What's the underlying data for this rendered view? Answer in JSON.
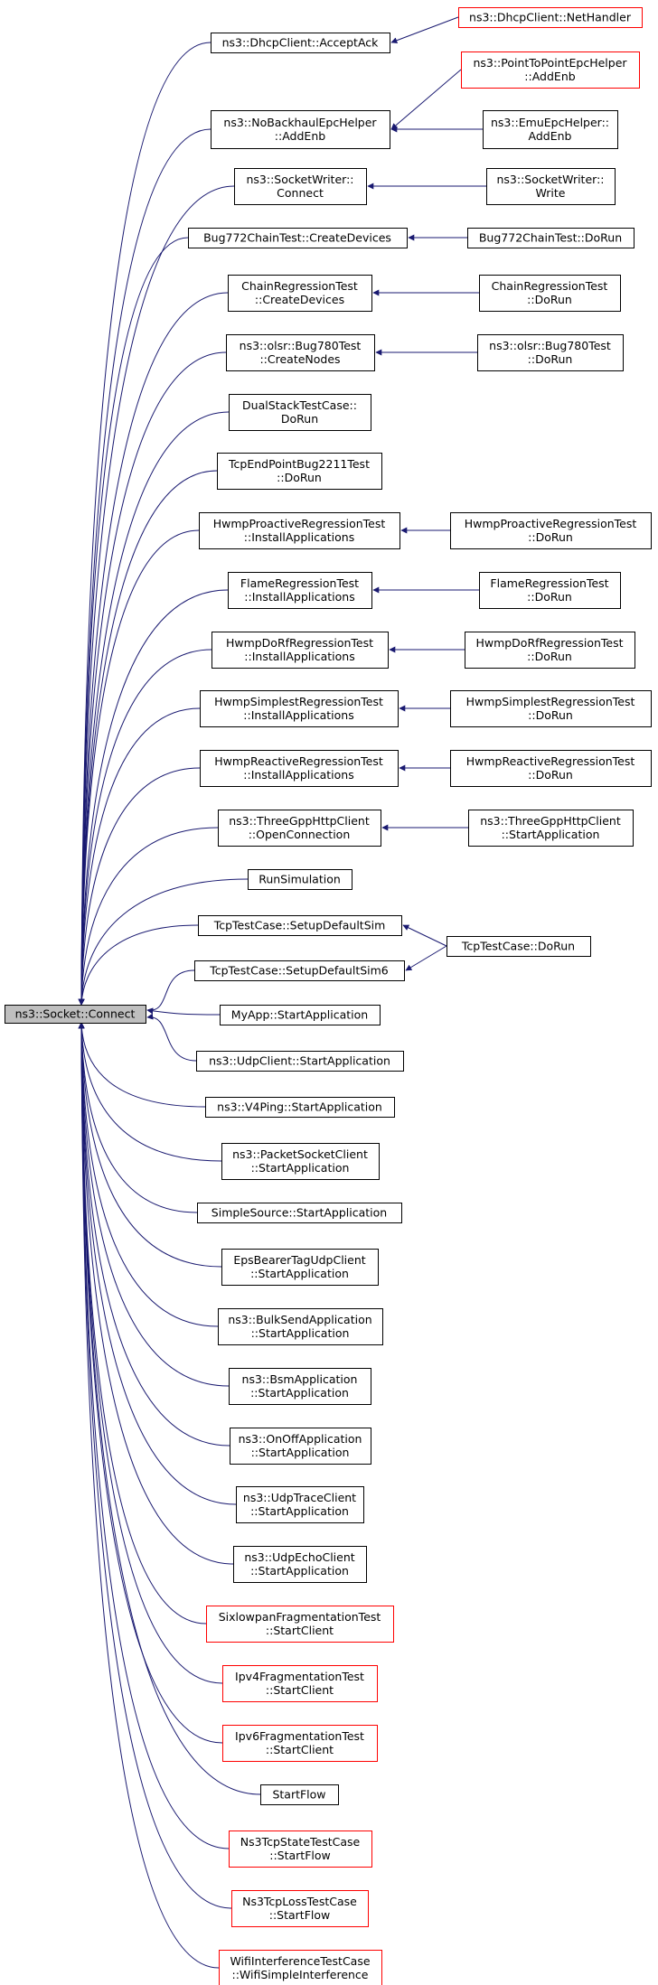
{
  "colors": {
    "edge": "#191970",
    "node_border_normal": "#000000",
    "node_border_truncated": "#ff0000",
    "root_fill": "#bfbfbf",
    "node_fill": "#ffffff"
  },
  "graph": {
    "root": {
      "id": "root",
      "lines": [
        "ns3::Socket::Connect"
      ]
    },
    "nodes": [
      {
        "id": "acceptack",
        "lines": [
          "ns3::DhcpClient::AcceptAck"
        ],
        "truncated": false
      },
      {
        "id": "nethandler",
        "lines": [
          "ns3::DhcpClient::NetHandler"
        ],
        "truncated": true
      },
      {
        "id": "nobackhaul",
        "lines": [
          "ns3::NoBackhaulEpcHelper",
          "::AddEnb"
        ],
        "truncated": false
      },
      {
        "id": "p2pepc",
        "lines": [
          "ns3::PointToPointEpcHelper",
          "::AddEnb"
        ],
        "truncated": true
      },
      {
        "id": "emuepc",
        "lines": [
          "ns3::EmuEpcHelper::",
          "AddEnb"
        ],
        "truncated": false
      },
      {
        "id": "sockwconnect",
        "lines": [
          "ns3::SocketWriter::",
          "Connect"
        ],
        "truncated": false
      },
      {
        "id": "sockwwrite",
        "lines": [
          "ns3::SocketWriter::",
          "Write"
        ],
        "truncated": false
      },
      {
        "id": "bug772create",
        "lines": [
          "Bug772ChainTest::CreateDevices"
        ],
        "truncated": false
      },
      {
        "id": "bug772dorun",
        "lines": [
          "Bug772ChainTest::DoRun"
        ],
        "truncated": false
      },
      {
        "id": "chaincreate",
        "lines": [
          "ChainRegressionTest",
          "::CreateDevices"
        ],
        "truncated": false
      },
      {
        "id": "chaindorun",
        "lines": [
          "ChainRegressionTest",
          "::DoRun"
        ],
        "truncated": false
      },
      {
        "id": "olsrcreate",
        "lines": [
          "ns3::olsr::Bug780Test",
          "::CreateNodes"
        ],
        "truncated": false
      },
      {
        "id": "olsrdorun",
        "lines": [
          "ns3::olsr::Bug780Test",
          "::DoRun"
        ],
        "truncated": false
      },
      {
        "id": "dualstack",
        "lines": [
          "DualStackTestCase::",
          "DoRun"
        ],
        "truncated": false
      },
      {
        "id": "tcpendpoint",
        "lines": [
          "TcpEndPointBug2211Test",
          "::DoRun"
        ],
        "truncated": false
      },
      {
        "id": "hwmpproinst",
        "lines": [
          "HwmpProactiveRegressionTest",
          "::InstallApplications"
        ],
        "truncated": false
      },
      {
        "id": "hwmpprodorun",
        "lines": [
          "HwmpProactiveRegressionTest",
          "::DoRun"
        ],
        "truncated": false
      },
      {
        "id": "flameinst",
        "lines": [
          "FlameRegressionTest",
          "::InstallApplications"
        ],
        "truncated": false
      },
      {
        "id": "flamedorun",
        "lines": [
          "FlameRegressionTest",
          "::DoRun"
        ],
        "truncated": false
      },
      {
        "id": "hwmpdorfinst",
        "lines": [
          "HwmpDoRfRegressionTest",
          "::InstallApplications"
        ],
        "truncated": false
      },
      {
        "id": "hwmpdorfdorun",
        "lines": [
          "HwmpDoRfRegressionTest",
          "::DoRun"
        ],
        "truncated": false
      },
      {
        "id": "hwmpsimpinst",
        "lines": [
          "HwmpSimplestRegressionTest",
          "::InstallApplications"
        ],
        "truncated": false
      },
      {
        "id": "hwmpsimpdorun",
        "lines": [
          "HwmpSimplestRegressionTest",
          "::DoRun"
        ],
        "truncated": false
      },
      {
        "id": "hwmpreacinst",
        "lines": [
          "HwmpReactiveRegressionTest",
          "::InstallApplications"
        ],
        "truncated": false
      },
      {
        "id": "hwmpreacdorun",
        "lines": [
          "HwmpReactiveRegressionTest",
          "::DoRun"
        ],
        "truncated": false
      },
      {
        "id": "threegppopen",
        "lines": [
          "ns3::ThreeGppHttpClient",
          "::OpenConnection"
        ],
        "truncated": false
      },
      {
        "id": "threegppstart",
        "lines": [
          "ns3::ThreeGppHttpClient",
          "::StartApplication"
        ],
        "truncated": false
      },
      {
        "id": "runsim",
        "lines": [
          "RunSimulation"
        ],
        "truncated": false
      },
      {
        "id": "tcpsetup",
        "lines": [
          "TcpTestCase::SetupDefaultSim"
        ],
        "truncated": false
      },
      {
        "id": "tcpsetup6",
        "lines": [
          "TcpTestCase::SetupDefaultSim6"
        ],
        "truncated": false
      },
      {
        "id": "tcpdorun",
        "lines": [
          "TcpTestCase::DoRun"
        ],
        "truncated": false
      },
      {
        "id": "myapp",
        "lines": [
          "MyApp::StartApplication"
        ],
        "truncated": false
      },
      {
        "id": "udpclient",
        "lines": [
          "ns3::UdpClient::StartApplication"
        ],
        "truncated": false
      },
      {
        "id": "v4ping",
        "lines": [
          "ns3::V4Ping::StartApplication"
        ],
        "truncated": false
      },
      {
        "id": "packetsock",
        "lines": [
          "ns3::PacketSocketClient",
          "::StartApplication"
        ],
        "truncated": false
      },
      {
        "id": "simplesource",
        "lines": [
          "SimpleSource::StartApplication"
        ],
        "truncated": false
      },
      {
        "id": "epsbearer",
        "lines": [
          "EpsBearerTagUdpClient",
          "::StartApplication"
        ],
        "truncated": false
      },
      {
        "id": "bulksend",
        "lines": [
          "ns3::BulkSendApplication",
          "::StartApplication"
        ],
        "truncated": false
      },
      {
        "id": "bsmapp",
        "lines": [
          "ns3::BsmApplication",
          "::StartApplication"
        ],
        "truncated": false
      },
      {
        "id": "onoff",
        "lines": [
          "ns3::OnOffApplication",
          "::StartApplication"
        ],
        "truncated": false
      },
      {
        "id": "udptrace",
        "lines": [
          "ns3::UdpTraceClient",
          "::StartApplication"
        ],
        "truncated": false
      },
      {
        "id": "udpecho",
        "lines": [
          "ns3::UdpEchoClient",
          "::StartApplication"
        ],
        "truncated": false
      },
      {
        "id": "sixlowpan",
        "lines": [
          "SixlowpanFragmentationTest",
          "::StartClient"
        ],
        "truncated": true
      },
      {
        "id": "ipv4frag",
        "lines": [
          "Ipv4FragmentationTest",
          "::StartClient"
        ],
        "truncated": true
      },
      {
        "id": "ipv6frag",
        "lines": [
          "Ipv6FragmentationTest",
          "::StartClient"
        ],
        "truncated": true
      },
      {
        "id": "startflow",
        "lines": [
          "StartFlow"
        ],
        "truncated": false
      },
      {
        "id": "ns3tcpstate",
        "lines": [
          "Ns3TcpStateTestCase",
          "::StartFlow"
        ],
        "truncated": true
      },
      {
        "id": "ns3tcploss",
        "lines": [
          "Ns3TcpLossTestCase",
          "::StartFlow"
        ],
        "truncated": true
      },
      {
        "id": "wifiinterf",
        "lines": [
          "WifiInterferenceTestCase",
          "::WifiSimpleInterference"
        ],
        "truncated": true
      }
    ],
    "edges": [
      {
        "from": "acceptack",
        "to": "root"
      },
      {
        "from": "nethandler",
        "to": "acceptack"
      },
      {
        "from": "nobackhaul",
        "to": "root"
      },
      {
        "from": "p2pepc",
        "to": "nobackhaul"
      },
      {
        "from": "emuepc",
        "to": "nobackhaul"
      },
      {
        "from": "sockwconnect",
        "to": "root"
      },
      {
        "from": "sockwwrite",
        "to": "sockwconnect"
      },
      {
        "from": "bug772create",
        "to": "root"
      },
      {
        "from": "bug772dorun",
        "to": "bug772create"
      },
      {
        "from": "chaincreate",
        "to": "root"
      },
      {
        "from": "chaindorun",
        "to": "chaincreate"
      },
      {
        "from": "olsrcreate",
        "to": "root"
      },
      {
        "from": "olsrdorun",
        "to": "olsrcreate"
      },
      {
        "from": "dualstack",
        "to": "root"
      },
      {
        "from": "tcpendpoint",
        "to": "root"
      },
      {
        "from": "hwmpproinst",
        "to": "root"
      },
      {
        "from": "hwmpprodorun",
        "to": "hwmpproinst"
      },
      {
        "from": "flameinst",
        "to": "root"
      },
      {
        "from": "flamedorun",
        "to": "flameinst"
      },
      {
        "from": "hwmpdorfinst",
        "to": "root"
      },
      {
        "from": "hwmpdorfdorun",
        "to": "hwmpdorfinst"
      },
      {
        "from": "hwmpsimpinst",
        "to": "root"
      },
      {
        "from": "hwmpsimpdorun",
        "to": "hwmpsimpinst"
      },
      {
        "from": "hwmpreacinst",
        "to": "root"
      },
      {
        "from": "hwmpreacdorun",
        "to": "hwmpreacinst"
      },
      {
        "from": "threegppopen",
        "to": "root"
      },
      {
        "from": "threegppstart",
        "to": "threegppopen"
      },
      {
        "from": "runsim",
        "to": "root"
      },
      {
        "from": "tcpsetup",
        "to": "root"
      },
      {
        "from": "tcpsetup6",
        "to": "root"
      },
      {
        "from": "tcpdorun",
        "to": "tcpsetup"
      },
      {
        "from": "tcpdorun",
        "to": "tcpsetup6"
      },
      {
        "from": "myapp",
        "to": "root"
      },
      {
        "from": "udpclient",
        "to": "root"
      },
      {
        "from": "v4ping",
        "to": "root"
      },
      {
        "from": "packetsock",
        "to": "root"
      },
      {
        "from": "simplesource",
        "to": "root"
      },
      {
        "from": "epsbearer",
        "to": "root"
      },
      {
        "from": "bulksend",
        "to": "root"
      },
      {
        "from": "bsmapp",
        "to": "root"
      },
      {
        "from": "onoff",
        "to": "root"
      },
      {
        "from": "udptrace",
        "to": "root"
      },
      {
        "from": "udpecho",
        "to": "root"
      },
      {
        "from": "sixlowpan",
        "to": "root"
      },
      {
        "from": "ipv4frag",
        "to": "root"
      },
      {
        "from": "ipv6frag",
        "to": "root"
      },
      {
        "from": "startflow",
        "to": "root"
      },
      {
        "from": "ns3tcpstate",
        "to": "root"
      },
      {
        "from": "ns3tcploss",
        "to": "root"
      },
      {
        "from": "wifiinterf",
        "to": "root"
      }
    ]
  }
}
